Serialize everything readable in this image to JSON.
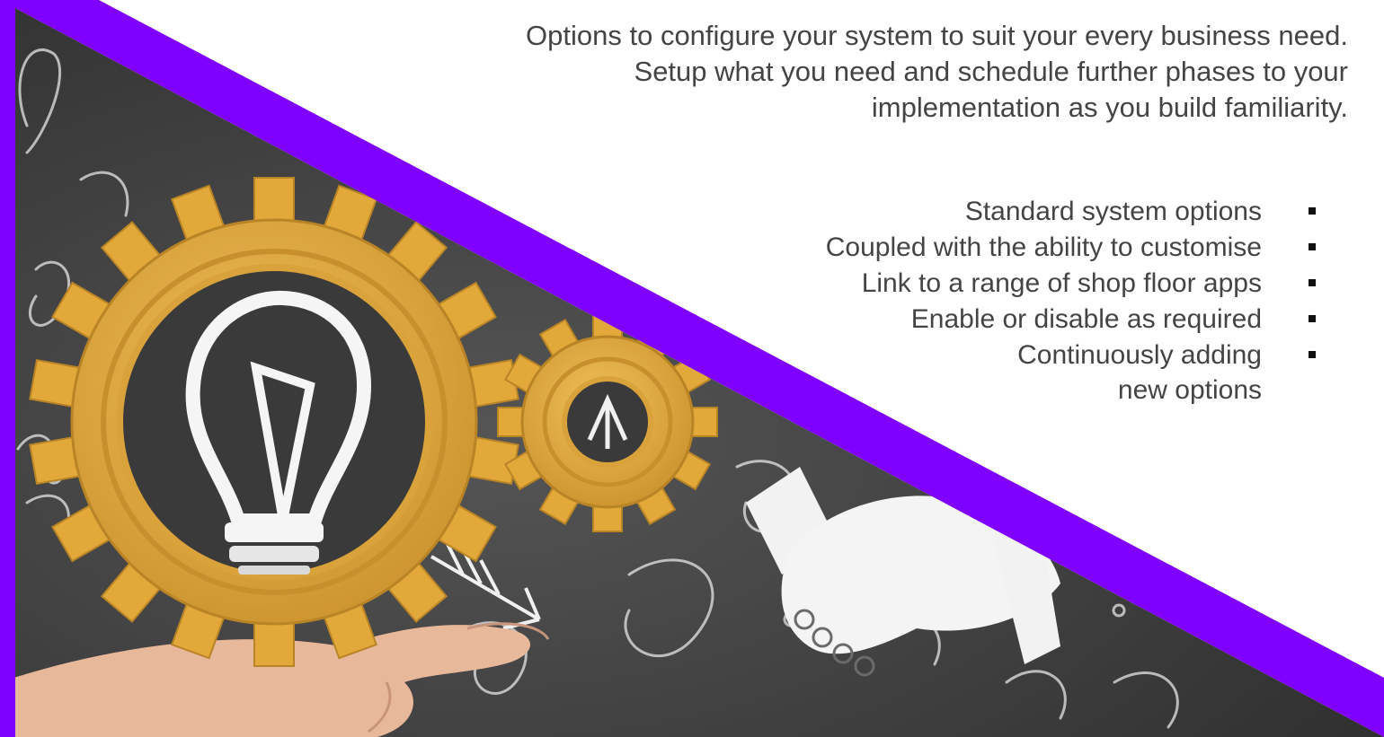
{
  "intro": {
    "lines": [
      "Options to configure your system to suit your every business need.",
      "Setup what you need and schedule further phases to your",
      "implementation as you build familiarity."
    ]
  },
  "features": {
    "items": [
      {
        "label": "Standard system options"
      },
      {
        "label": "Coupled with the ability to customise"
      },
      {
        "label": "Link to a range of shop floor apps"
      },
      {
        "label": "Enable or disable as required"
      },
      {
        "label": "Continuously adding new options",
        "line1": "Continuously adding",
        "line2": "new options"
      }
    ]
  },
  "illustration": {
    "icons": [
      "lightbulb-icon",
      "gear-icon",
      "handshake-icon",
      "hand-icon",
      "arrow-icon"
    ]
  },
  "colors": {
    "accent": "#8000ff",
    "gear": "#e2a93a",
    "gear_dark": "#c8902c",
    "chalkboard": "#3d3d3d",
    "chalk": "#ebebeb",
    "skin": "#e8b89a",
    "text": "#444444",
    "bullet": "#111111",
    "background": "#ffffff"
  }
}
